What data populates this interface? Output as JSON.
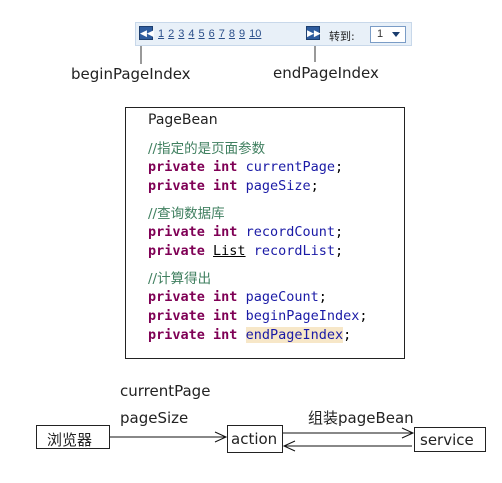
{
  "pager": {
    "first_icon": "first-page-icon",
    "last_icon": "last-page-icon",
    "pages": [
      "1",
      "2",
      "3",
      "4",
      "5",
      "6",
      "7",
      "8",
      "9",
      "10"
    ],
    "goto_label": "转到:",
    "select_value": "1"
  },
  "labels": {
    "begin": "beginPageIndex",
    "end": "endPageIndex"
  },
  "pagebean": {
    "title": "PageBean",
    "comment1": "//指定的是页面参数",
    "comment2": "//查询数据库",
    "comment3": "//计算得出",
    "kw_private": "private",
    "kw_int": "int",
    "type_list": "List",
    "semicolon": ";",
    "f_currentPage": "currentPage",
    "f_pageSize": "pageSize",
    "f_recordCount": "recordCount",
    "f_recordList": "recordList",
    "f_pageCount": "pageCount",
    "f_beginPageIndex": "beginPageIndex",
    "f_endPageIndex": "endPageIndex"
  },
  "flow": {
    "param1": "currentPage",
    "param2": "pageSize",
    "browser": "浏览器",
    "action": "action",
    "service": "service",
    "assemble": "组装pageBean"
  }
}
